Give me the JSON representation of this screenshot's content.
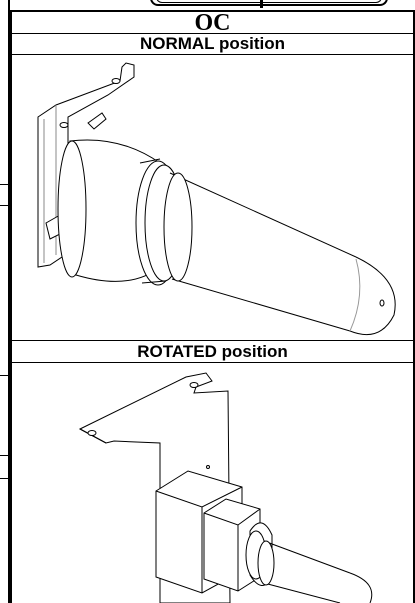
{
  "document": {
    "title": "OC",
    "sections": [
      {
        "label": "NORMAL position"
      },
      {
        "label": "ROTATED position"
      }
    ]
  }
}
